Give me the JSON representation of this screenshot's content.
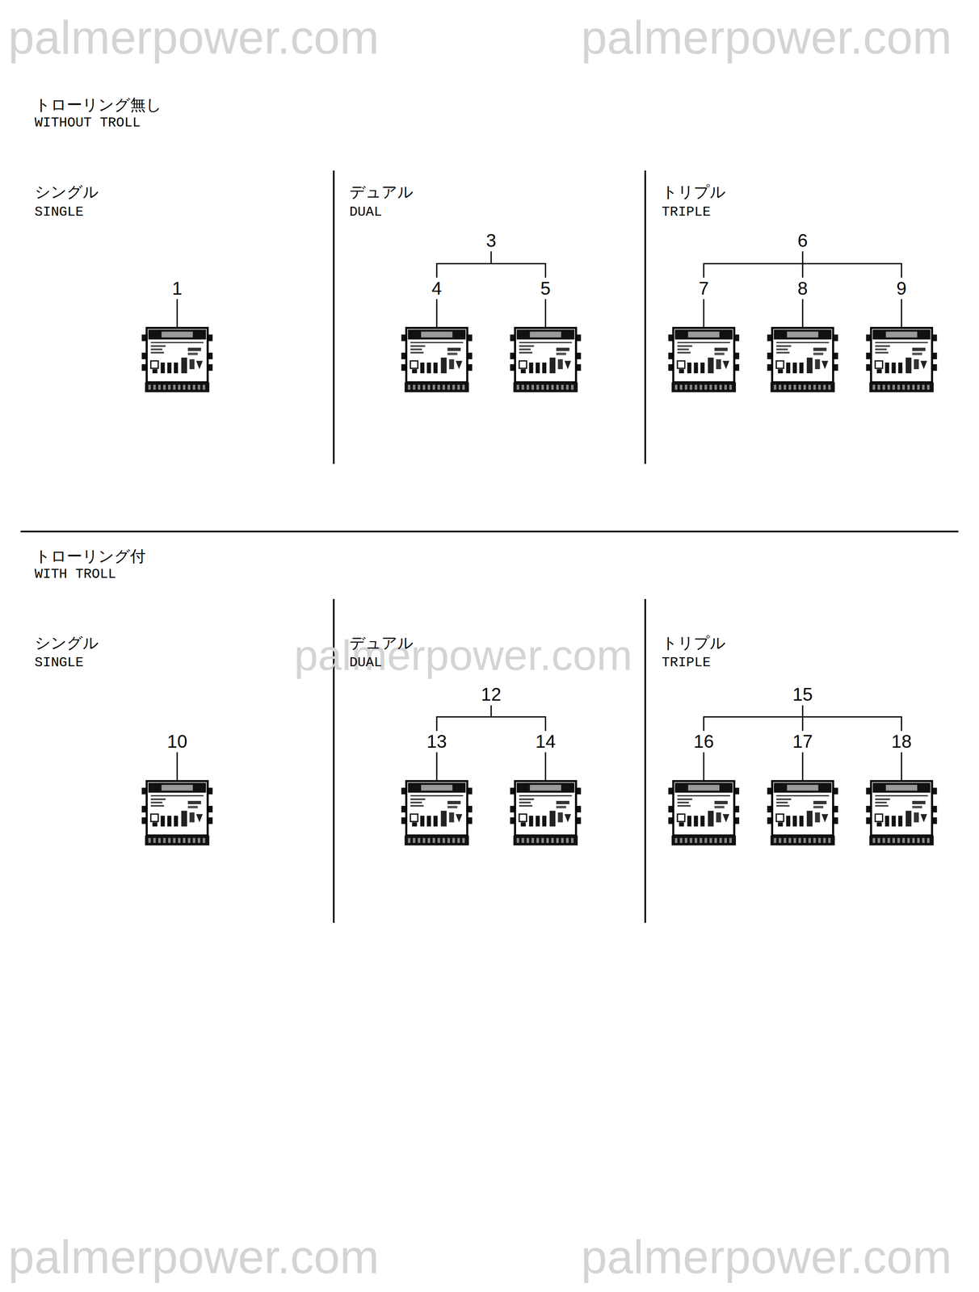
{
  "diagram": {
    "labels": [
      "palmerpower.com",
      "palmerpower.com",
      "トローリング無し",
      "WITHOUT TROLL",
      "シングル",
      "SINGLE",
      "デュアル",
      "DUAL",
      "トリプル",
      "TRIPLE",
      "3",
      "1",
      "4",
      "5",
      "6",
      "7",
      "8",
      "9",
      "トローリング付",
      "WITH TROLL",
      "palmerpower.com",
      "シングル",
      "SINGLE",
      "デュアル",
      "DUAL",
      "トリプル",
      "TRIPLE",
      "12",
      "10",
      "13",
      "14",
      "15",
      "16",
      "17",
      "18",
      "palmerpower.com",
      "palmerpower.com"
    ]
  }
}
